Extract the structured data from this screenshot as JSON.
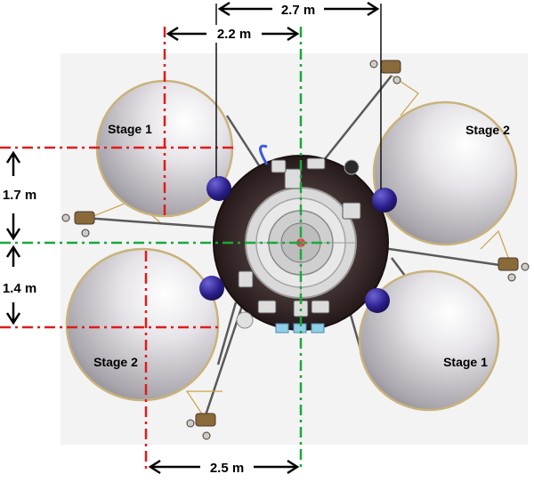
{
  "tanks": {
    "top_left": "Stage 1",
    "top_right": "Stage 2",
    "bottom_left": "Stage 2",
    "bottom_right": "Stage 1"
  },
  "dimensions": {
    "top_outer": "2.7 m",
    "top_inner": "2.2 m",
    "left_upper": "1.7 m",
    "left_lower": "1.4 m",
    "bottom": "2.5 m"
  },
  "colors": {
    "red_guide": "#e01b1b",
    "green_guide": "#1aa83a",
    "tank_rim": "#c9b37a",
    "hub_dark": "#3a2a2a",
    "hub_light": "#d9d9d9",
    "thruster_ball": "#2a1f8a"
  }
}
